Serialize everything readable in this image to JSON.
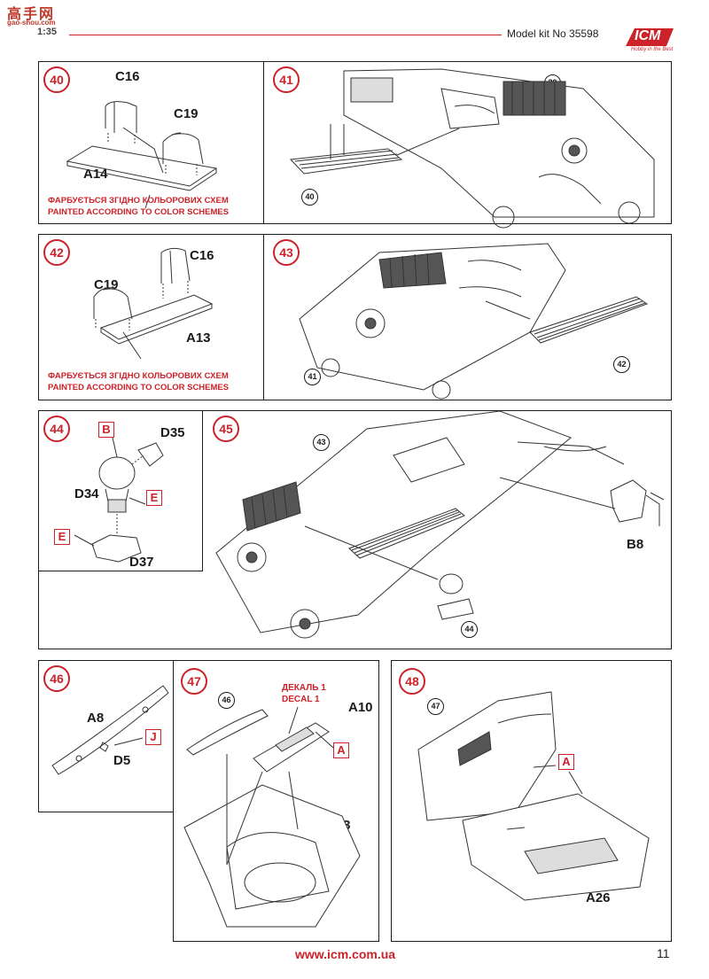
{
  "header": {
    "scale": "1:35",
    "model_kit": "Model kit No 35598",
    "brand": "ICM",
    "brand_tagline": "Hobby in the Best",
    "watermark_cn": "高手网",
    "watermark_url": "gao-shou.com"
  },
  "colors": {
    "accent": "#cc2229",
    "line": "#1a1a1a"
  },
  "note": {
    "ua": "ФАРБУЄТЬСЯ ЗГІДНО КОЛЬОРОВИХ СХЕМ",
    "en": "PAINTED ACCORDING TO COLOR SCHEMES"
  },
  "decal": {
    "ua": "ДЕКАЛЬ 1",
    "en": "DECAL 1"
  },
  "steps": {
    "s40": {
      "num": "40",
      "parts": [
        "C16",
        "C19",
        "A14"
      ]
    },
    "s41": {
      "num": "41",
      "refs": [
        "39",
        "40"
      ]
    },
    "s42": {
      "num": "42",
      "parts": [
        "C16",
        "C19",
        "A13"
      ]
    },
    "s43": {
      "num": "43",
      "refs": [
        "41",
        "42"
      ]
    },
    "s44": {
      "num": "44",
      "parts": [
        "D35",
        "D34",
        "D37"
      ],
      "colors": [
        "B",
        "E",
        "E"
      ]
    },
    "s45": {
      "num": "45",
      "parts": [
        "B8"
      ],
      "refs": [
        "43",
        "44"
      ]
    },
    "s46": {
      "num": "46",
      "parts": [
        "A8",
        "D5"
      ],
      "colors": [
        "J"
      ]
    },
    "s47": {
      "num": "47",
      "parts": [
        "A10",
        "A23"
      ],
      "colors": [
        "A"
      ],
      "refs": [
        "46"
      ]
    },
    "s48": {
      "num": "48",
      "parts": [
        "A26"
      ],
      "colors": [
        "A"
      ],
      "refs": [
        "47"
      ]
    }
  },
  "footer": {
    "url": "www.icm.com.ua",
    "page": "11"
  }
}
